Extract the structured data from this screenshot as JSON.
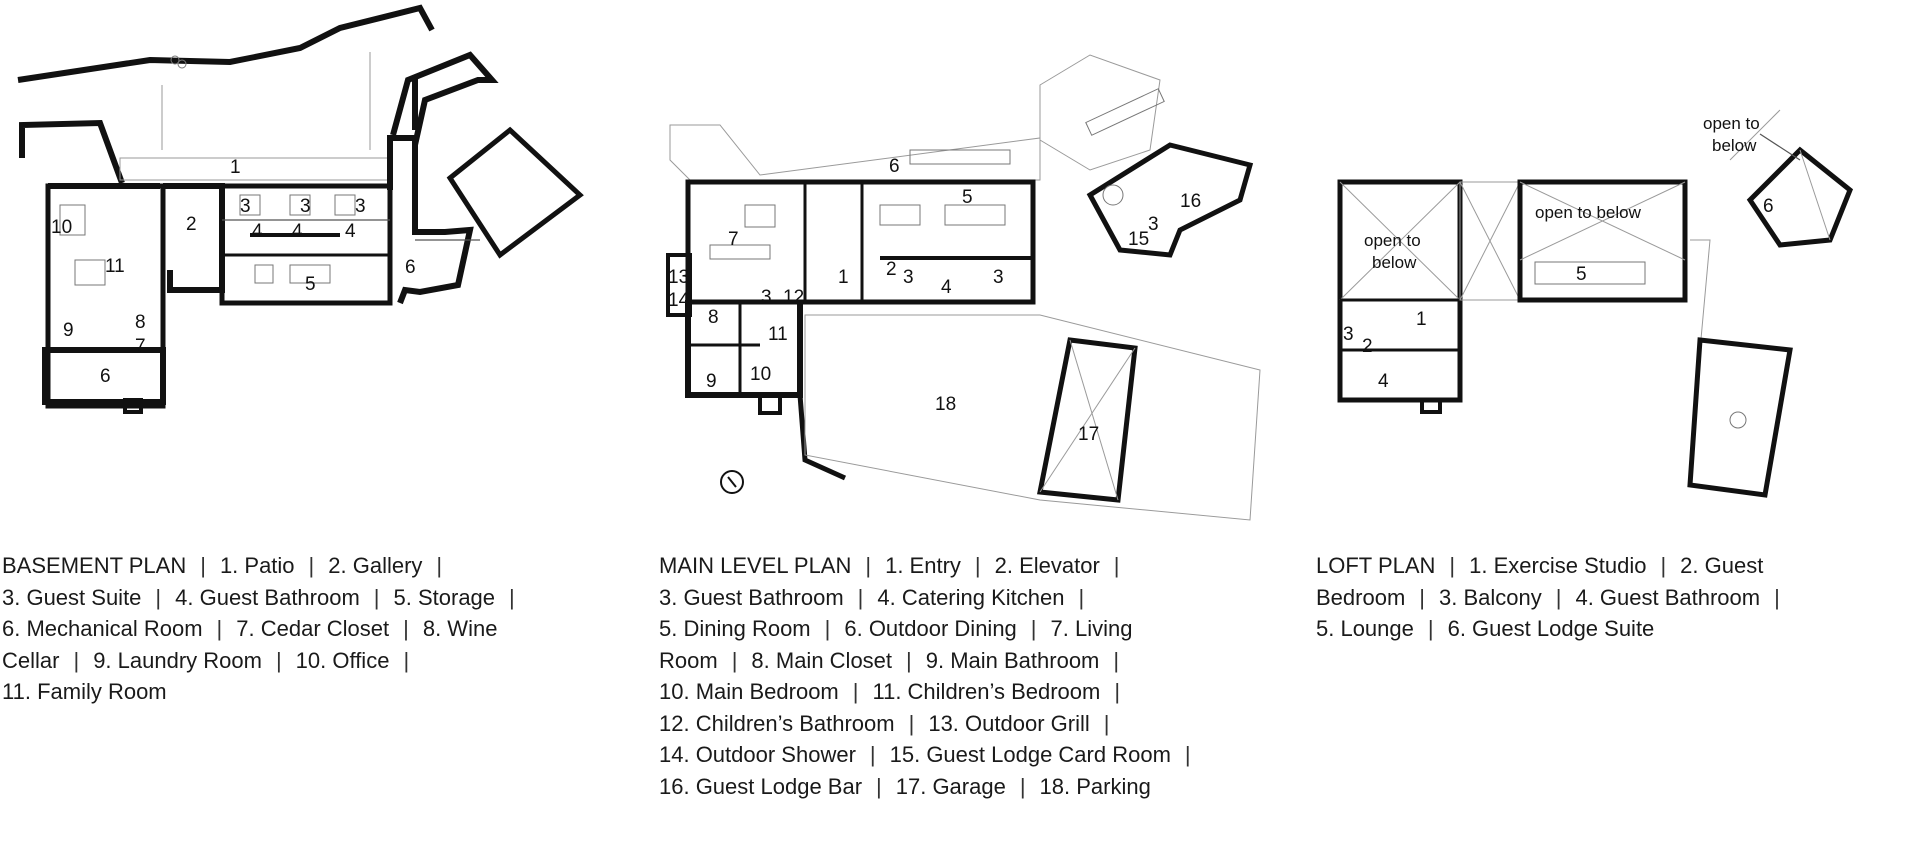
{
  "plans": [
    {
      "id": "basement",
      "title": "BASEMENT PLAN",
      "rooms": [
        "1. Patio",
        "2. Gallery",
        "3. Guest Suite",
        "4. Guest Bathroom",
        "5. Storage",
        "6. Mechanical Room",
        "7. Cedar Closet",
        "8. Wine Cellar",
        "9. Laundry Room",
        "10. Office",
        "11. Family Room"
      ],
      "lines": [
        [
          "BASEMENT PLAN",
          "1. Patio",
          "2. Gallery",
          ""
        ],
        [
          "3. Guest Suite",
          "4. Guest Bathroom",
          "5. Storage",
          ""
        ],
        [
          "6. Mechanical Room",
          "7. Cedar Closet",
          "8. Wine"
        ],
        [
          "Cellar",
          "9. Laundry Room",
          "10. Office",
          ""
        ],
        [
          "11. Family Room"
        ]
      ]
    },
    {
      "id": "main",
      "title": "MAIN LEVEL PLAN",
      "lines": [
        [
          "MAIN LEVEL PLAN",
          "1. Entry",
          "2. Elevator",
          ""
        ],
        [
          "3. Guest Bathroom",
          "4. Catering Kitchen",
          ""
        ],
        [
          "5. Dining Room",
          "6. Outdoor Dining",
          "7. Living"
        ],
        [
          "Room",
          "8. Main Closet",
          "9. Main Bathroom",
          ""
        ],
        [
          "10. Main Bedroom",
          "11. Children’s Bedroom",
          ""
        ],
        [
          "12. Children’s Bathroom",
          "13. Outdoor Grill",
          ""
        ],
        [
          "14. Outdoor Shower",
          "15. Guest Lodge Card Room",
          ""
        ],
        [
          "16. Guest Lodge Bar",
          "17. Garage",
          "18. Parking"
        ]
      ]
    },
    {
      "id": "loft",
      "title": "LOFT PLAN",
      "lines": [
        [
          "LOFT PLAN",
          "1. Exercise Studio",
          "2. Guest"
        ],
        [
          "Bedroom",
          "3. Balcony",
          "4. Guest Bathroom",
          ""
        ],
        [
          "5. Lounge",
          "6. Guest Lodge Suite"
        ]
      ]
    }
  ],
  "plan_labels": {
    "basement": [
      "1",
      "2",
      "3",
      "3",
      "3",
      "4",
      "4",
      "4",
      "5",
      "6",
      "6",
      "7",
      "8",
      "9",
      "10",
      "11"
    ],
    "main": [
      "1",
      "2",
      "3",
      "3",
      "4",
      "5",
      "6",
      "7",
      "8",
      "9",
      "10",
      "11",
      "3",
      "12",
      "13",
      "14",
      "15",
      "16",
      "17",
      "18",
      "3"
    ],
    "loft": [
      "1",
      "2",
      "3",
      "4",
      "5",
      "6"
    ]
  },
  "notes": {
    "open_to_below_1": "open to",
    "open_to_below_2": "below",
    "open_to_below_wide": "open to below"
  },
  "colors": {
    "walls": "#111111",
    "background": "#ffffff"
  }
}
